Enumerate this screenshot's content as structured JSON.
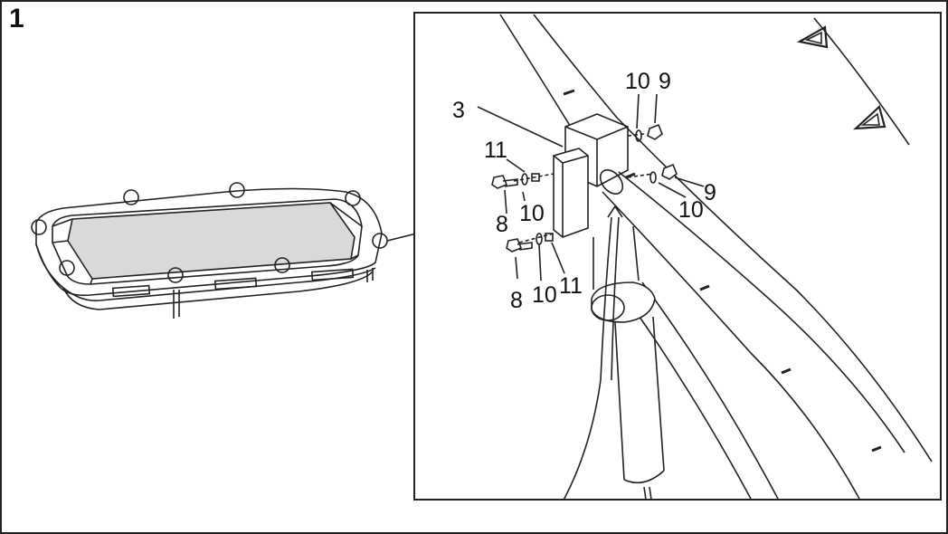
{
  "step": {
    "number": "1"
  },
  "callouts": {
    "part_3": "3",
    "part_11_top": "11",
    "part_10_top_left": "10",
    "part_9_top": "9",
    "part_9_right": "9",
    "part_10_right": "10",
    "part_10_left_upper": "10",
    "part_8_upper": "8",
    "part_8_lower": "8",
    "part_10_lower": "10",
    "part_11_lower": "11"
  },
  "colors": {
    "line": "#222222",
    "mat": "#d9d9d9",
    "background": "#ffffff"
  }
}
